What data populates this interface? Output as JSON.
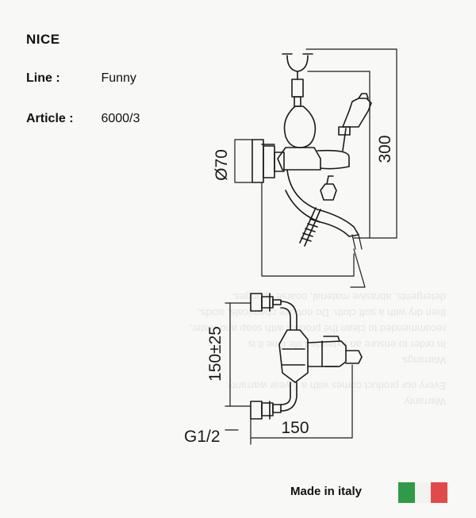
{
  "header": {
    "brand": "NICE",
    "line_label": "Line :",
    "line_value": "Funny",
    "article_label": "Article :",
    "article_value": "6000/3"
  },
  "dimensions": {
    "diameter": "Ø70",
    "height": "300",
    "spacing": "150±25",
    "width": "150",
    "connection": "G1/2"
  },
  "ghost_text": {
    "warranty_title": "Warranty",
    "warranty_body": "Every our product comes with a 5 year warranty.",
    "warnings_title": "Warnings",
    "warnings_body": "In order to ensure an extended life time it is recommended to clean the product with soap and water, then dry with a soft cloth. Do not use chemicals, acids, detergents, abrasive material, coarse sponges."
  },
  "footer": {
    "made_in": "Made in italy"
  },
  "colors": {
    "flag_green": "#2f9a47",
    "flag_white": "#f2f2f0",
    "flag_red": "#e24a4a"
  }
}
